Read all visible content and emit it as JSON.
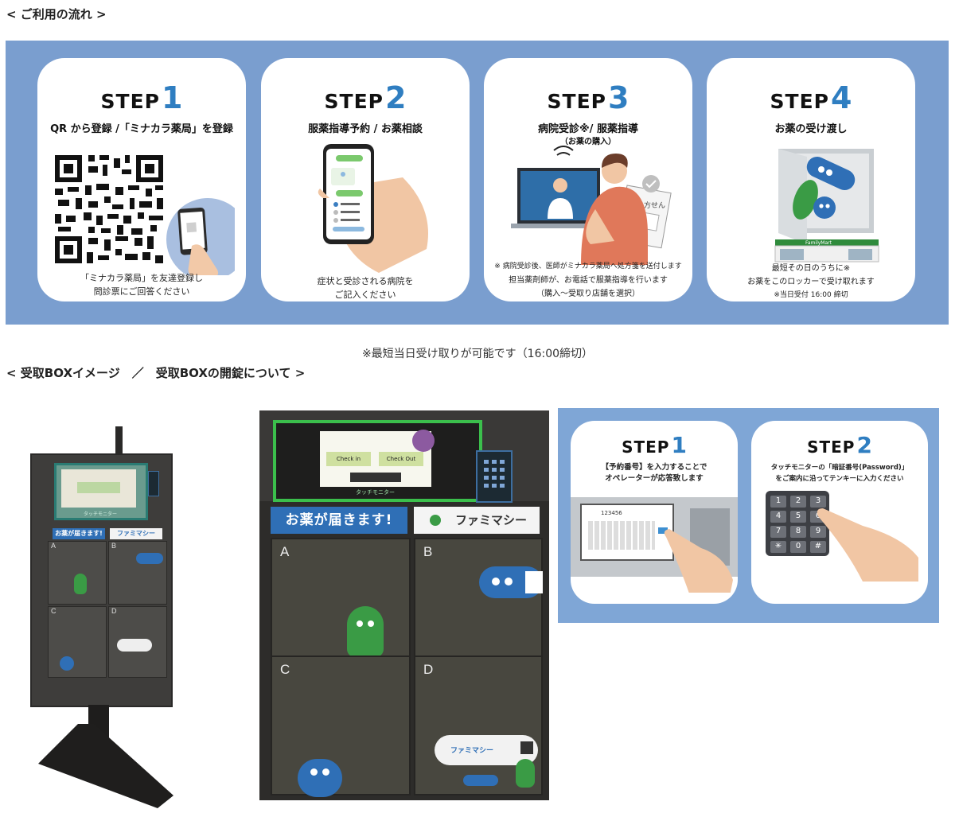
{
  "flow_heading": "< ご利用の流れ >",
  "steps": [
    {
      "step_label": "STEP",
      "step_number": "1",
      "title": "QR から登録 /「ミナカラ薬局」を登録",
      "description": [
        "「ミナカラ薬局」を友達登録し",
        "問診票にご回答ください"
      ],
      "icon": "qr-code-icon"
    },
    {
      "step_label": "STEP",
      "step_number": "2",
      "title": "服薬指導予約 / お薬相談",
      "description": [
        "症状と受診される病院を",
        "ご記入ください"
      ],
      "icon": "smartphone-icon"
    },
    {
      "step_label": "STEP",
      "step_number": "3",
      "title": "病院受診※/ 服薬指導",
      "subtitle": "（お薬の購入）",
      "description": [
        "※ 病院受診後、医師がミナカラ薬局へ処方箋を送付します",
        "担当薬剤師が、お電話で服薬指導を行います",
        "（購入〜受取り店舗を選択）"
      ],
      "prescription_label": "処方せん",
      "icon": "online-consultation-icon"
    },
    {
      "step_label": "STEP",
      "step_number": "4",
      "title": "お薬の受け渡し",
      "description": [
        "最短その日のうちに※",
        "お薬をこのロッカーで受け取れます",
        "※当日受付 16:00 締切"
      ],
      "store_sign": "FamilyMart",
      "icon": "locker-icon"
    }
  ],
  "note": "※最短当日受け取りが可能です（16:00締切）",
  "box_heading": "< 受取BOXイメージ　／　受取BOXの開錠について >",
  "kiosk": {
    "banner_blue": "お薬が届きます!",
    "banner_white": "ファミマシー",
    "doors": [
      "A",
      "B",
      "C",
      "D"
    ],
    "screen_label": "タッチモニター"
  },
  "locker": {
    "banner_blue": "お薬が届きます!",
    "brand": "ファミマシー",
    "doors": [
      "A",
      "B",
      "C",
      "D"
    ],
    "screen_label": "タッチモニター",
    "screen_buttons": [
      "Check in",
      "Check Out"
    ],
    "speech_bubble": "ファミマシー"
  },
  "unlock_steps": [
    {
      "step_label": "STEP",
      "step_number": "1",
      "description": [
        "【予約番号】を入力することで",
        "オペレーターが応答致します"
      ],
      "display_code": "123456"
    },
    {
      "step_label": "STEP",
      "step_number": "2",
      "description": [
        "タッチモニターの「暗証番号(Password)」",
        "をご案内に沿ってテンキーに入力ください"
      ],
      "keys": [
        "1",
        "2",
        "3",
        "4",
        "5",
        "6",
        "7",
        "8",
        "9",
        "✳",
        "0",
        "#"
      ]
    }
  ],
  "colors": {
    "banner_blue": "#7a9ecf",
    "accent_blue": "#2f7ec1",
    "locker_green": "#3bbf4c",
    "character_green": "#3a9b45",
    "character_blue": "#2f6fb6"
  }
}
